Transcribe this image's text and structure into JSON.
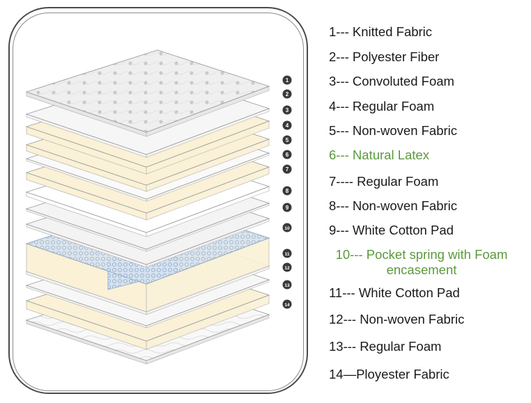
{
  "colors": {
    "frame": "#4a4a4a",
    "highlight_text": "#5a9a3c",
    "foam": "#faf1d6",
    "fabric": "#f6f6f6",
    "spring": "#c8d8ec",
    "marker": "#3a3a3a"
  },
  "layers": [
    {
      "number": "1",
      "label": "1--- Knitted Fabric",
      "highlight": false
    },
    {
      "number": "2",
      "label": "2--- Polyester Fiber",
      "highlight": false
    },
    {
      "number": "3",
      "label": "3--- Convoluted Foam",
      "highlight": false
    },
    {
      "number": "4",
      "label": "4--- Regular Foam",
      "highlight": false
    },
    {
      "number": "5",
      "label": "5--- Non-woven Fabric",
      "highlight": false
    },
    {
      "number": "6",
      "label": "6--- Natural Latex",
      "highlight": true
    },
    {
      "number": "7",
      "label": "7---- Regular Foam",
      "highlight": false
    },
    {
      "number": "8",
      "label": "8--- Non-woven Fabric",
      "highlight": false
    },
    {
      "number": "9",
      "label": "9--- White Cotton Pad",
      "highlight": false
    },
    {
      "number": "10",
      "label": "10--- Pocket spring with Foam encasement",
      "highlight": true
    },
    {
      "number": "11",
      "label": "11--- White Cotton Pad",
      "highlight": false
    },
    {
      "number": "12",
      "label": "12--- Non-woven Fabric",
      "highlight": false
    },
    {
      "number": "13",
      "label": "13--- Regular Foam",
      "highlight": false
    },
    {
      "number": "14",
      "label": "14—Ployester Fabric",
      "highlight": false
    }
  ]
}
